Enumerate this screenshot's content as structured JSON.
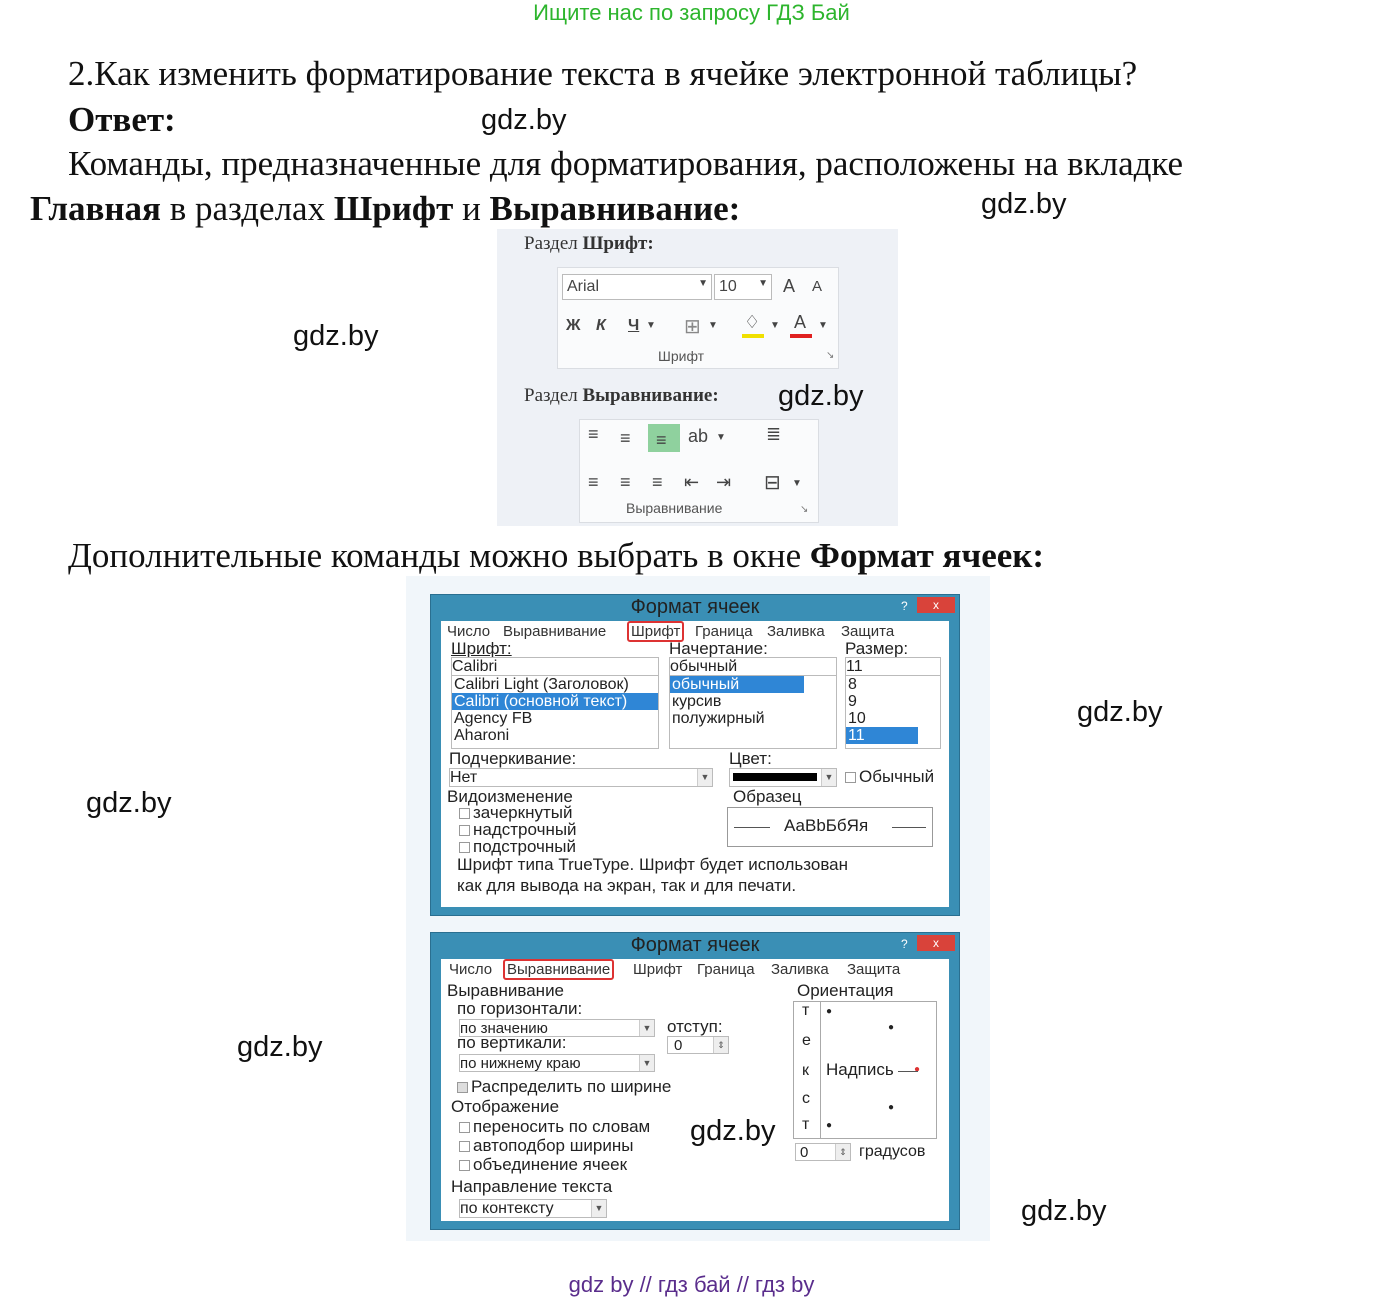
{
  "banner_top": "Ищите нас по запросу ГДЗ Бай",
  "banner_bottom": "gdz by  //  гдз бай  //  гдз by",
  "watermark": "gdz.by",
  "question": "2.Как изменить форматирование текста в ячейке электронной таблицы?",
  "answer_label": "Ответ:",
  "para1": {
    "line1": "Команды, предназначенные для форматирования, расположены на вкладке",
    "b1": "Главная",
    "t1": " в разделах ",
    "b2": "Шрифт",
    "t2": " и ",
    "b3": "Выравнивание:"
  },
  "ribbon": {
    "font_caption_plain": "Раздел ",
    "font_caption_bold": "Шрифт:",
    "font_name": "Arial",
    "font_size": "10",
    "grow": "A",
    "shrink": "A",
    "bold": "Ж",
    "italic": "К",
    "underline": "Ч",
    "font_group": "Шрифт",
    "align_caption_plain": "Раздел ",
    "align_caption_bold": "Выравнивание:",
    "align_group": "Выравнивание"
  },
  "para2": {
    "text": "Дополнительные команды можно выбрать в окне ",
    "bold": "Формат ячеек:"
  },
  "dialog1": {
    "title": "Формат ячеек",
    "help": "?",
    "close": "x",
    "tabs": [
      "Число",
      "Выравнивание",
      "Шрифт",
      "Граница",
      "Заливка",
      "Защита"
    ],
    "font_label": "Шрифт:",
    "font_value": "Calibri",
    "font_list": [
      "Calibri Light (Заголовок)",
      "Calibri (основной текст)",
      "Agency FB",
      "Aharoni"
    ],
    "style_label": "Начертание:",
    "style_value": "обычный",
    "style_list": [
      "обычный",
      "курсив",
      "полужирный"
    ],
    "size_label": "Размер:",
    "size_value": "11",
    "size_list": [
      "8",
      "9",
      "10",
      "11"
    ],
    "underline_label": "Подчеркивание:",
    "underline_value": "Нет",
    "color_label": "Цвет:",
    "normal_font": "Обычный",
    "effects_label": "Видоизменение",
    "effects": [
      "зачеркнутый",
      "надстрочный",
      "подстрочный"
    ],
    "preview_label": "Образец",
    "preview_text": "АаВbБбЯя",
    "note_line1": "Шрифт типа TrueType. Шрифт будет использован",
    "note_line2": "как для вывода на экран, так и для печати."
  },
  "dialog2": {
    "title": "Формат ячеек",
    "help": "?",
    "close": "x",
    "tabs": [
      "Число",
      "Выравнивание",
      "Шрифт",
      "Граница",
      "Заливка",
      "Защита"
    ],
    "align_label": "Выравнивание",
    "horiz_label": "по горизонтали:",
    "horiz_value": "по значению",
    "indent_label": "отступ:",
    "indent_value": "0",
    "vert_label": "по вертикали:",
    "vert_value": "по нижнему краю",
    "distribute": "Распределить по ширине",
    "display_label": "Отображение",
    "display_opts": [
      "переносить по словам",
      "автоподбор ширины",
      "объединение ячеек"
    ],
    "direction_label": "Направление текста",
    "direction_value": "по контексту",
    "orientation_label": "Ориентация",
    "vertical_text": [
      "т",
      "е",
      "к",
      "с",
      "т"
    ],
    "inscription": "Надпись",
    "degrees_value": "0",
    "degrees_label": "градусов"
  },
  "colors": {
    "banner_top": "#2db52d",
    "banner_bottom": "#5a2d8c",
    "dialog_frame": "#3a8fb5",
    "highlight": "#2f86d6",
    "active_tab_border": "#dd3333"
  }
}
